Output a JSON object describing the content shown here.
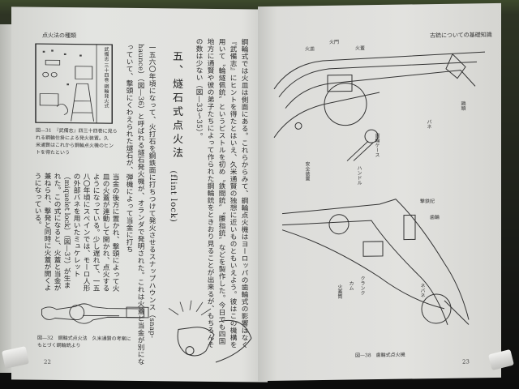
{
  "left_page": {
    "running_header": "点火法の種類",
    "page_number": "22",
    "paragraph_1": [
      "鋼輪式では火皿は側面にある。これらからみて、鋼輪点火機はヨーロッパの歯輪式の影響はなく",
      "『武備志』にヒントを得たとはいえ、久米通賢の独想に近いものともいえよう。彼はこの機構を",
      "用いて〝輪燧佩銃〟というピストルを初め〝鉄間銃〟〝腰指銃〟などを製作した。今日でも四国",
      "地方に通賢や彼の弟子たちによって作られた鋼輪銃をときおり見ることが出来るが、もちろんそ",
      "の数は少ない（図—33〜35）。"
    ],
    "section_heading": "五、燧石式点火法",
    "section_heading_en": "(flint lock)",
    "paragraph_2_upper": [
      "一五六〇年頃になって、火打石を鋼鉄面に打ちつけて発火させるスナップハウンス（snap-",
      "haunce）（図—36）と呼ばれる燧石発火機が、オランダで発明された。これは火蓋と当金が別にな",
      "っていて、撃頭にくわえられた燧石が、弾機によって当金に打ち"
    ],
    "paragraph_2_lower": [
      "当金の後方に置かれ、撃頭によって火皿の火蓋が連動し",
      "て開かれ、点火するようになっている。",
      "少し遅れて、一五八〇年頃にスペイン",
      "では、モーロ人形の外部バネを用いたミュケ",
      "レット（miquelet lock）（図—37）が生ま",
      "れた。この式になると、火蓋と当金が兼",
      "ねられ、撃発と同時に火蓋が開くように",
      "なっている。"
    ],
    "figure_31": {
      "inscription": "武備志 三十四巻 鋼輪発火式",
      "caption_1": "図—31　『武備志』四三十四巻に見ら",
      "caption_2": "れる鋼輪仕掛による発火装置。久",
      "caption_3": "米通賢はこれから鋼輪点火機のヒン",
      "caption_4": "トを得たという"
    },
    "figure_32": {
      "caption_1": "図—32　鋼輪式点火法　久米通賢の考案に",
      "caption_2": "もとづく鋼輪銃より"
    }
  },
  "right_page": {
    "running_header": "古銃についての基礎知識",
    "page_number": "23",
    "upper_figure_labels": [
      "火皿",
      "火門",
      "火蓋",
      "鶏頭",
      "バネ",
      "歯輪ケース",
      "安全装置",
      "ハンドル"
    ],
    "lower_figure_labels": [
      "撃鉄記",
      "歯輪",
      "火蓋筒",
      "カム",
      "クランク",
      "ネバネ"
    ],
    "figure_caption": "図—38　歯輪式点火機"
  },
  "colors": {
    "paper": "#e2e2df",
    "ink": "#2a2a2a",
    "background_top": "#3d4a2c",
    "background_bottom": "#0c0c0c"
  }
}
